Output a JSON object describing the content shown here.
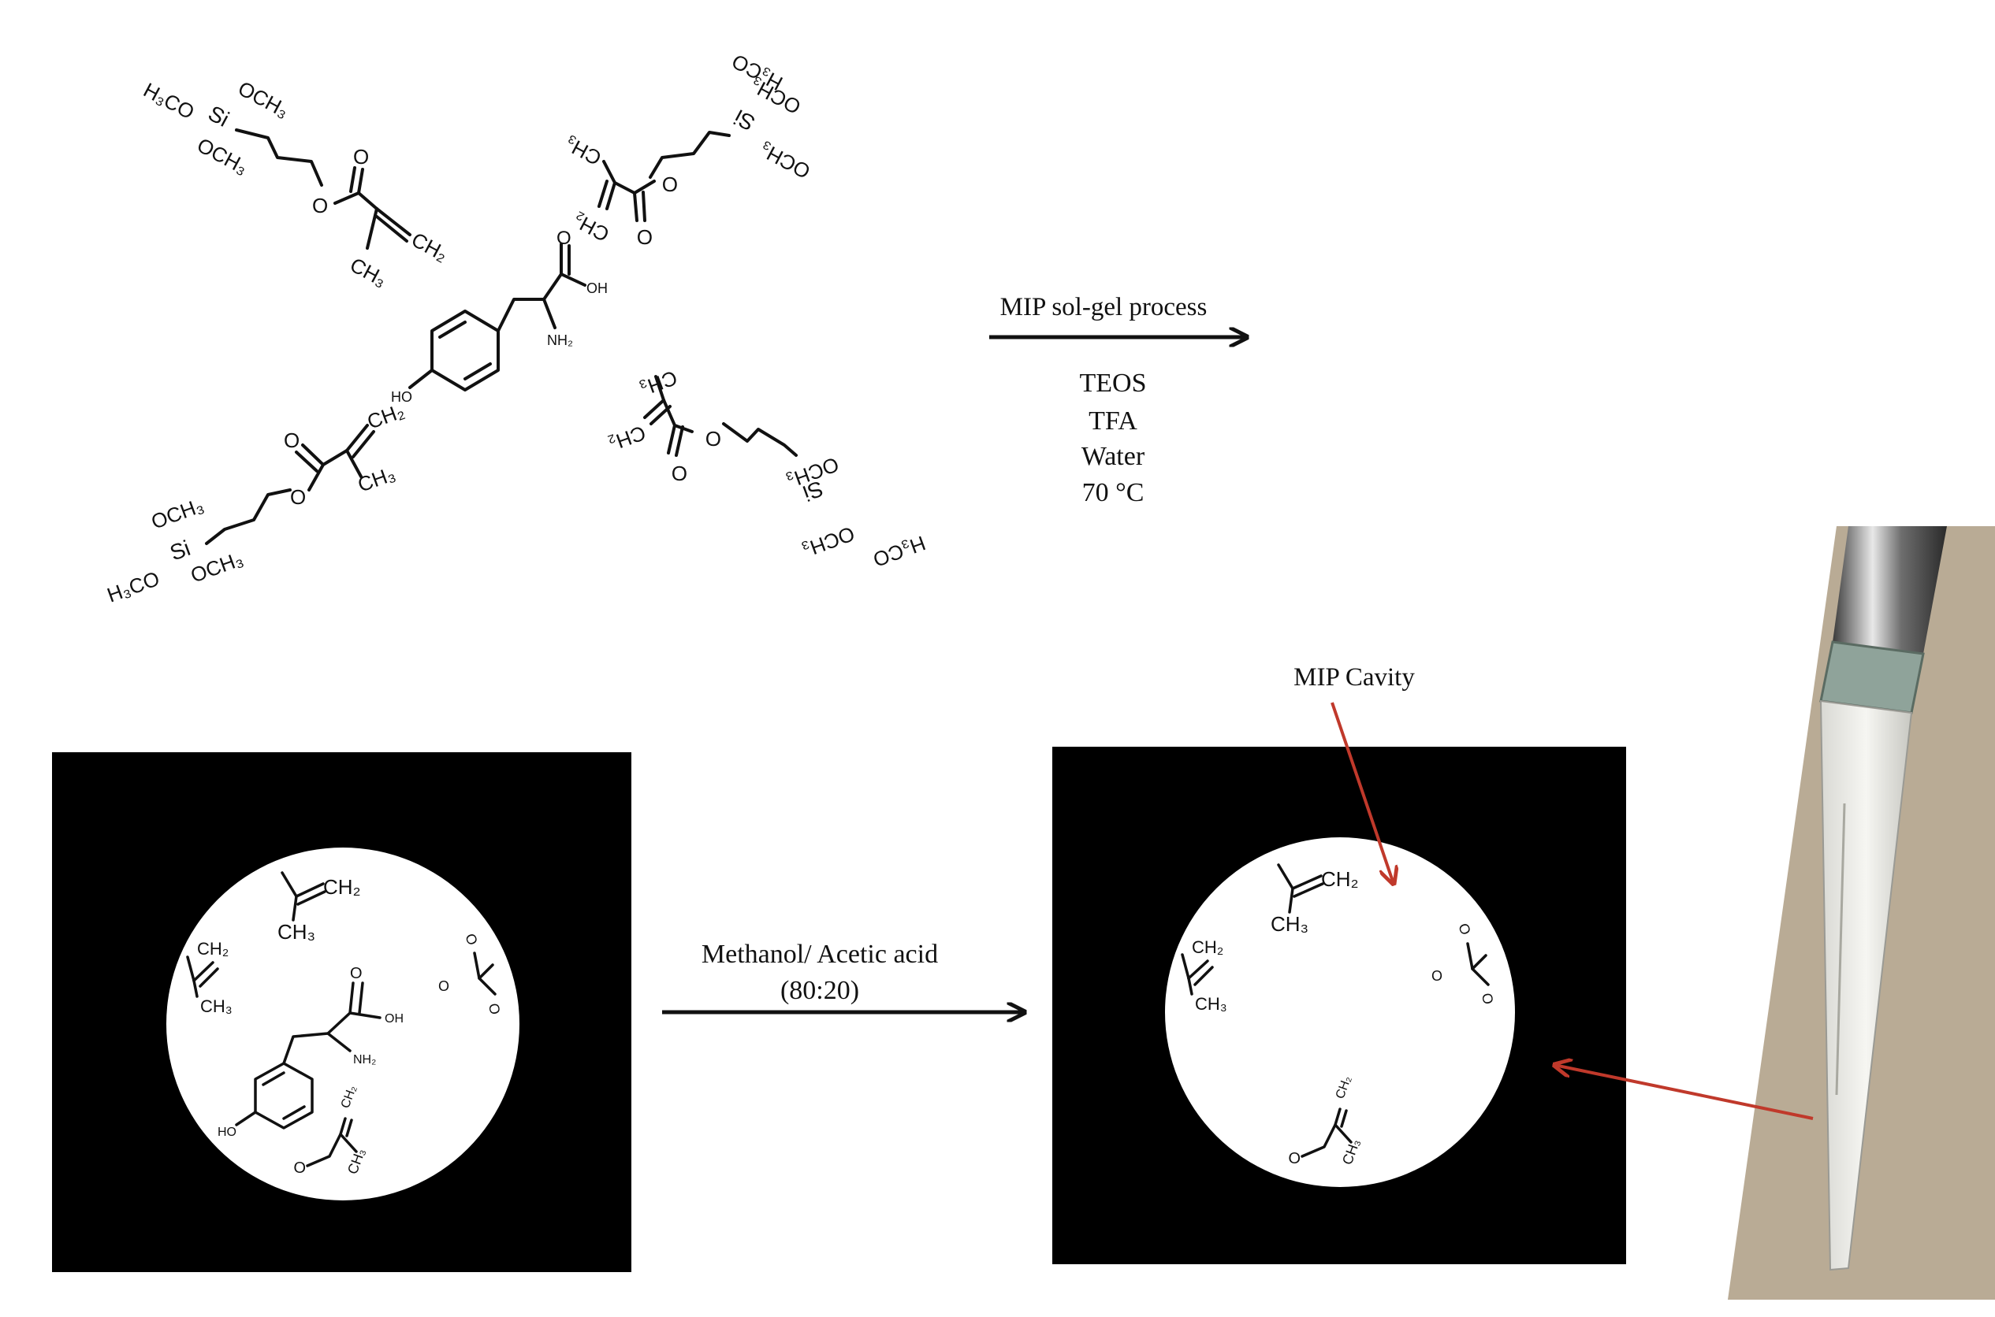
{
  "reaction": {
    "arrow_label": "MIP sol-gel process",
    "conditions": [
      "TEOS",
      "TFA",
      "Water",
      "70 °C"
    ]
  },
  "removal": {
    "label_line1": "Methanol/ Acetic acid",
    "label_line2": "(80:20)"
  },
  "cavity_label": "MIP Cavity",
  "atoms": {
    "h3co": "H₃CO",
    "och3": "OCH₃",
    "si": "Si",
    "ch2": "CH₂",
    "ch3": "CH₃",
    "o": "O",
    "oh": "OH",
    "nh2": "NH₂",
    "ho": "HO"
  },
  "colors": {
    "box": "#000000",
    "circle": "#ffffff",
    "pointer": "#c0392b",
    "tip_background": "#b9ab95"
  }
}
